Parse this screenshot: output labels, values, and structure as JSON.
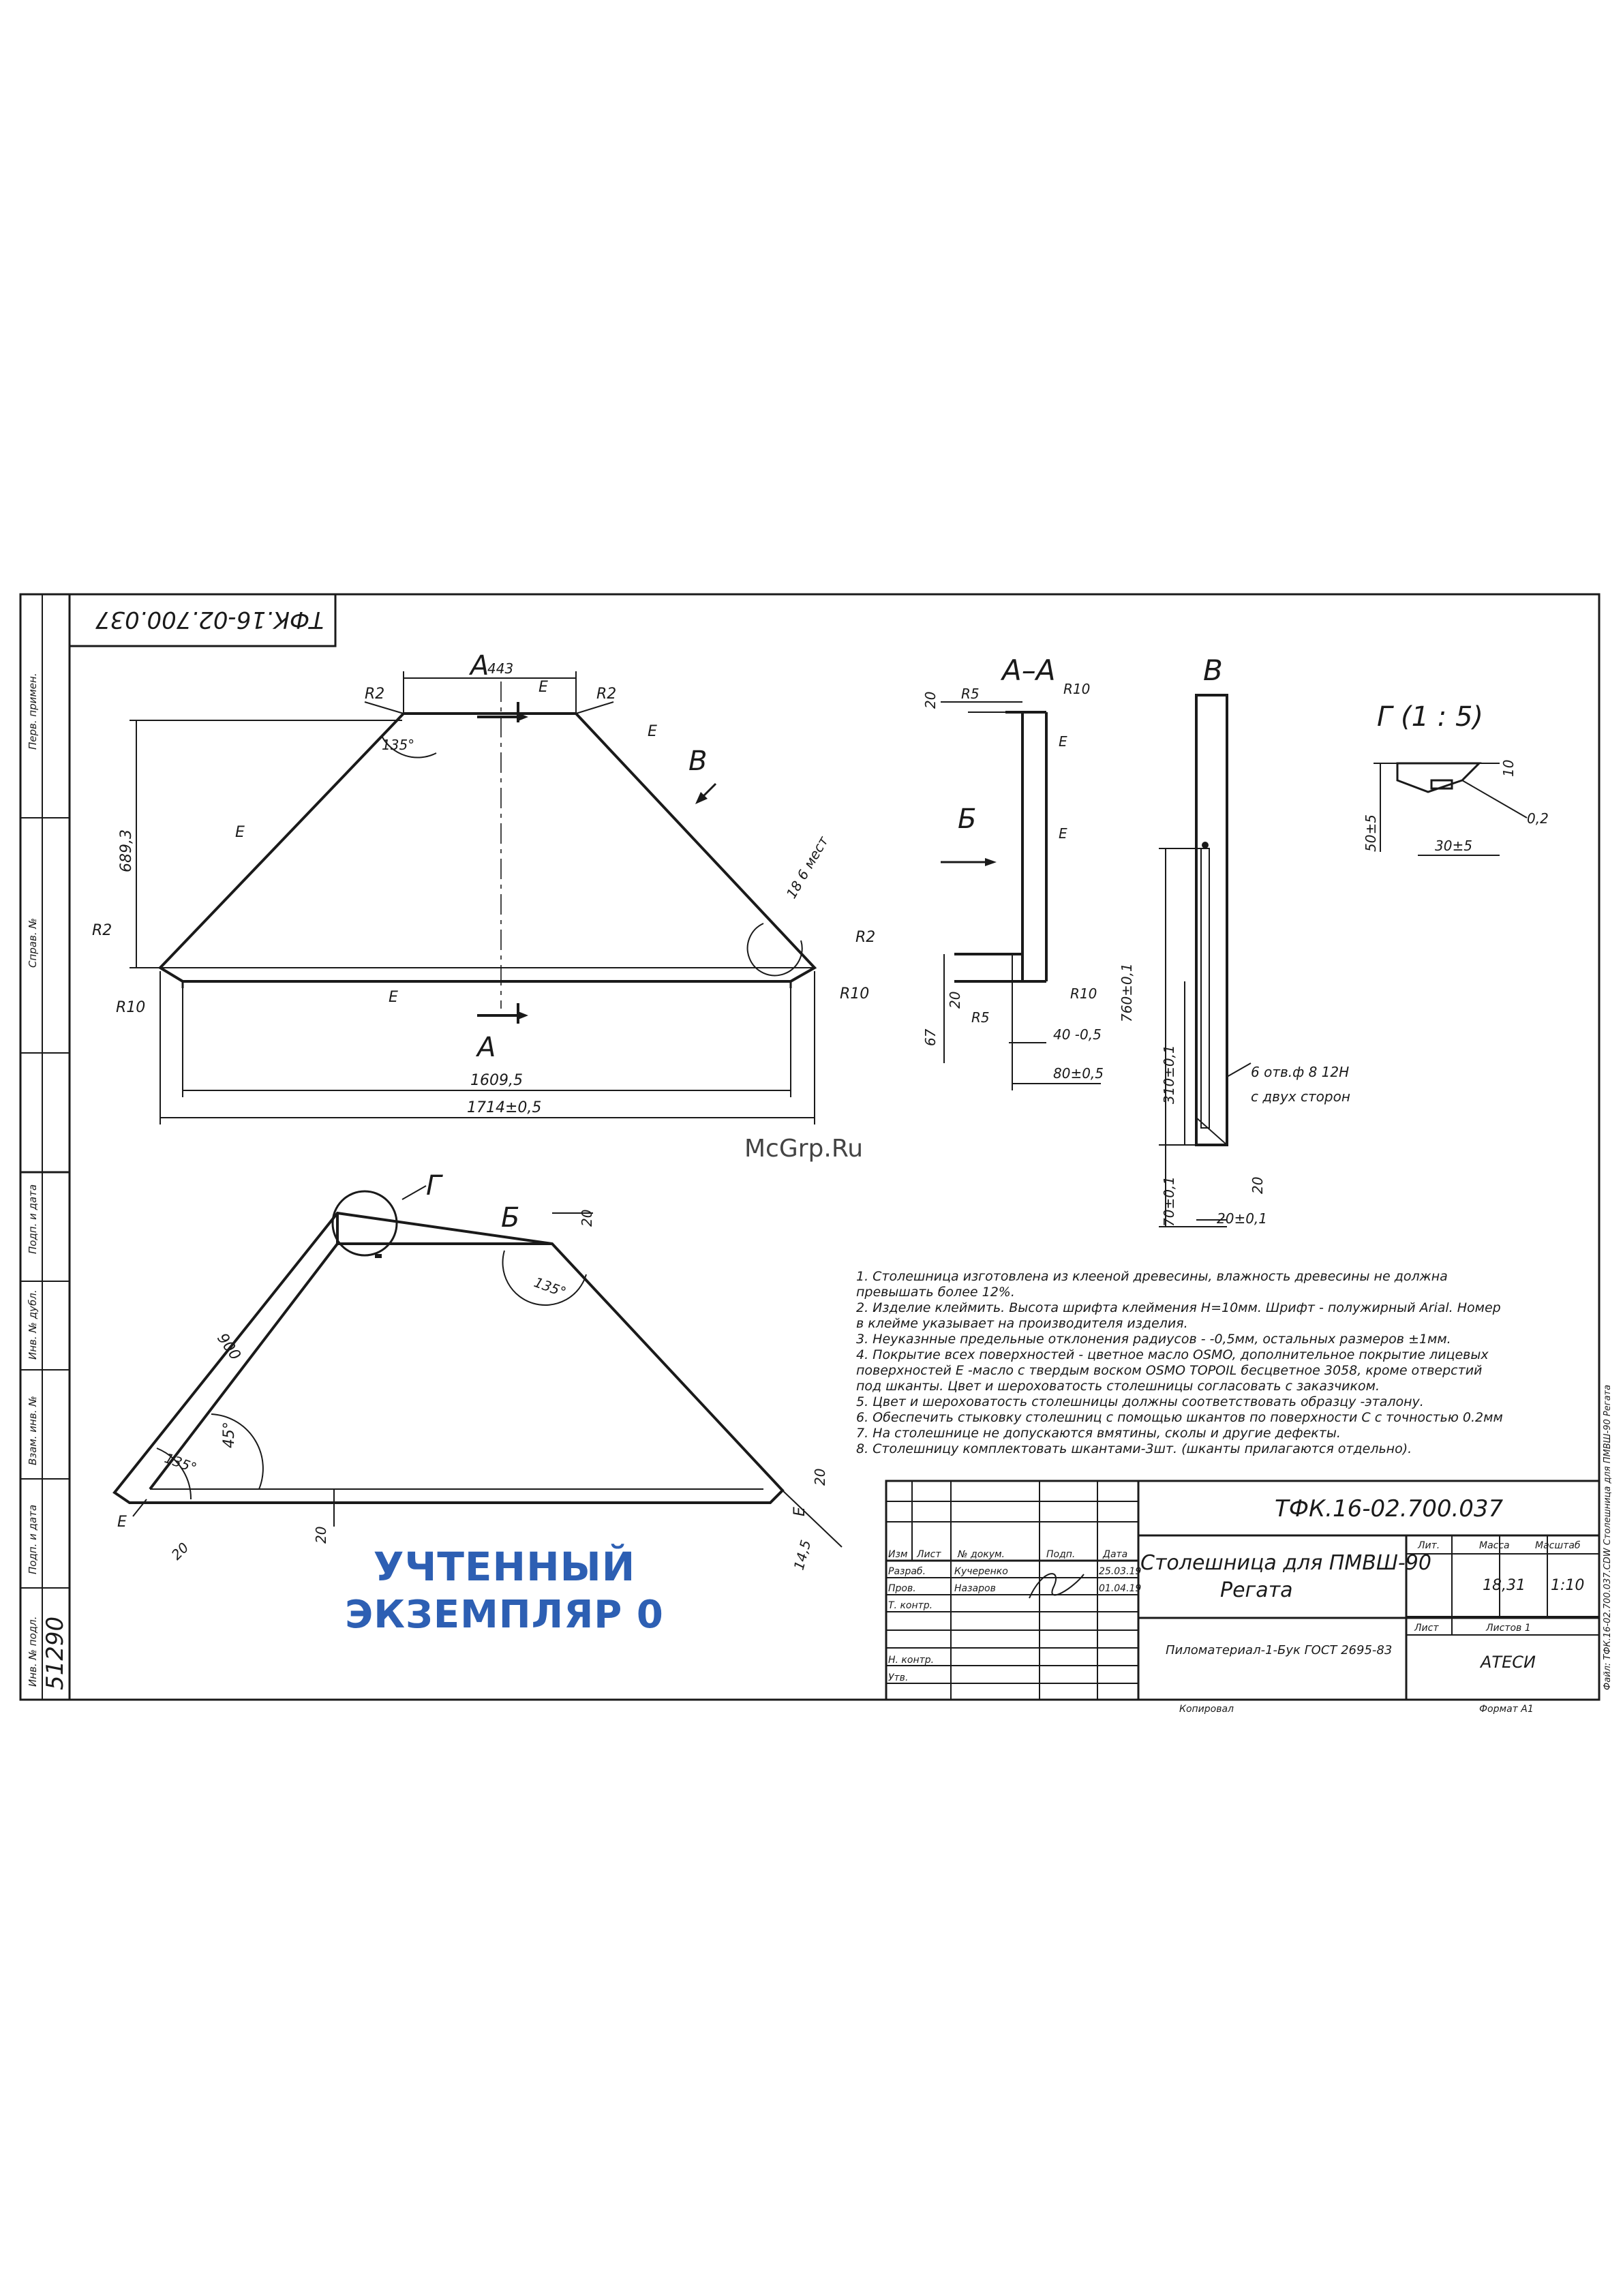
{
  "doc_code": "ТФК.16-02.700.037",
  "watermark": "McGrp.Ru",
  "stamp": {
    "line1": "УЧТЕННЫЙ",
    "line2": "ЭКЗЕМПЛЯР",
    "mark": "0"
  },
  "top_view": {
    "section_label": "А",
    "section_dim": "443",
    "surface_mark": "Е",
    "view_label": "В",
    "dims": {
      "height": "689,3",
      "inner": "1609,5",
      "overall": "1714±0,5",
      "angle": "135°",
      "holes": "18 6 мест"
    },
    "radii": {
      "r2": "R2",
      "r10": "R10"
    }
  },
  "section_aa": {
    "title": "А–А",
    "view_arrow": "Б",
    "dims": {
      "top": "20",
      "r5": "R5",
      "r10": "R10",
      "d67": "67",
      "d20": "20",
      "d40": "40 -0,5",
      "d80": "80±0,5"
    }
  },
  "view_v": {
    "title": "В",
    "dims": {
      "d760": "760±0,1",
      "d310": "310±0,1",
      "d70": "70±0,1",
      "d20": "20±0,1",
      "d20b": "20"
    },
    "holes_note": [
      "6 отв.ф 8 12Н",
      "с двух сторон"
    ]
  },
  "detail_g": {
    "title": "Г (1 : 5)",
    "dims": {
      "d10": "10",
      "d50": "50±5",
      "d30": "30±5",
      "ch": "0,2"
    }
  },
  "bottom_view": {
    "detail_label": "Г",
    "view_label": "Б",
    "dims": {
      "d20": "20",
      "d900": "900",
      "angle135": "135°",
      "angle45": "45°",
      "angle135b": "135°",
      "d20b": "20",
      "d20c": "20",
      "d20d": "20",
      "d145": "14,5"
    },
    "surface_mark": "Е"
  },
  "notes": [
    "1. Столешница изготовлена из клееной древесины, влажность древесины не должна",
    "превышать более 12%.",
    "2. Изделие клеймить. Высота шрифта клеймения Н=10мм. Шрифт - полужирный Arial. Номер",
    "в клейме указывает на производителя изделия.",
    "3. Неуказнные предельные отклонения радиусов - -0,5мм, остальных размеров ±1мм.",
    "4. Покрытие всех поверхностей - цветное масло OSMO, дополнительное покрытие лицевых",
    "поверхностей Е -масло с твердым воском OSMO TOPOIL бесцветное 3058, кроме отверстий",
    "под шканты. Цвет и шероховатость столешницы согласовать с заказчиком.",
    "5. Цвет и шероховатость столешницы должны соответствовать образцу -эталону.",
    "6. Обеспечить стыковку столешниц с помощью шкантов по поверхности С с точностью 0.2мм",
    "7. На столешнице не допускаются вмятины, сколы и другие дефекты.",
    "8. Столешницу комплектовать шкантами-3шт. (шканты прилагаются отдельно)."
  ],
  "title_block": {
    "code": "ТФК.16-02.700.037",
    "name_line1": "Столешница для ПМВШ-90",
    "name_line2": "Регата",
    "material": "Пиломатериал-1-Бук ГОСТ 2695-83",
    "col_headers": [
      "Изм",
      "Лист",
      "№ докум.",
      "Подп.",
      "Дата"
    ],
    "row_labels": [
      "Разраб.",
      "Пров.",
      "Т. контр.",
      "",
      "Н. контр.",
      "Утв."
    ],
    "developer": "Кучеренко",
    "checker": "Назаров",
    "date1": "25.03.19",
    "date2": "01.04.19",
    "lit_label": "Лит.",
    "mass_label": "Масса",
    "scale_label": "Масштаб",
    "mass": "18,31",
    "scale": "1:10",
    "sheet_label": "Лист",
    "sheets_label": "Листов 1",
    "org": "АТЕСИ",
    "copied": "Копировал",
    "format": "Формат А1"
  },
  "side_labels": [
    "Перв. примен.",
    "Справ. №",
    "Подп. и дата",
    "Инв. № дубл.",
    "Взам. инв. №",
    "Подп. и дата",
    "Инв. № подл."
  ],
  "inv_number": "51290",
  "right_side_text": "Файл: ТФК.16-02.700.037.CDW Столешница для ПМВШ-90 Регата"
}
